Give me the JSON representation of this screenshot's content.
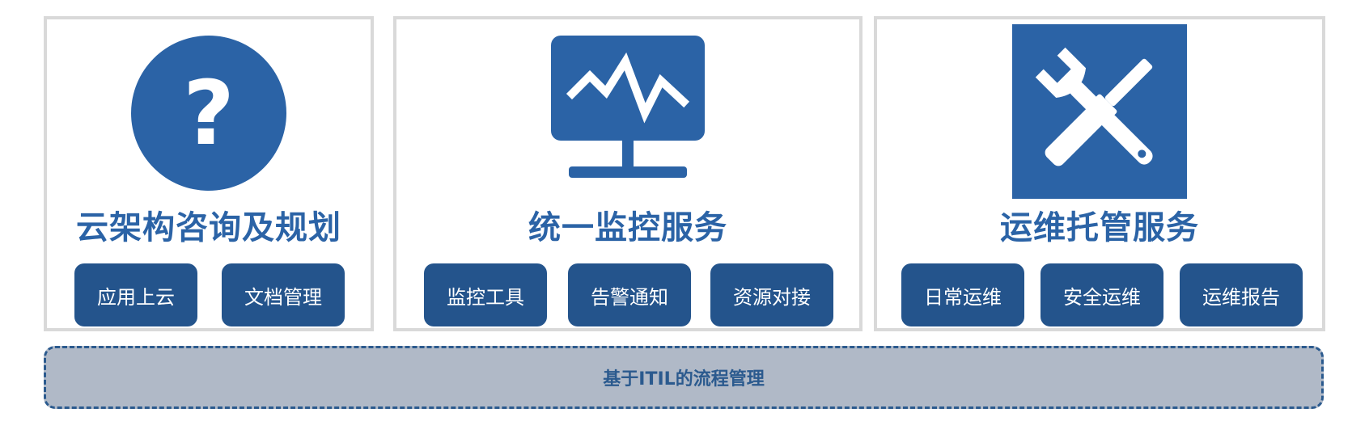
{
  "panels": [
    {
      "title": "云架构咨询及规划",
      "icon": "question-circle-icon",
      "icon_glyph": "?",
      "buttons": [
        "应用上云",
        "文档管理"
      ]
    },
    {
      "title": "统一监控服务",
      "icon": "monitor-pulse-icon",
      "buttons": [
        "监控工具",
        "告警通知",
        "资源对接"
      ]
    },
    {
      "title": "运维托管服务",
      "icon": "tools-icon",
      "buttons": [
        "日常运维",
        "安全运维",
        "运维报告"
      ]
    }
  ],
  "footer": {
    "label": "基于ITIL的流程管理"
  },
  "colors": {
    "accent": "#2b63a6",
    "button": "#24548c",
    "panel_border": "#d9d9d9",
    "footer_bg": "#b0b9c7"
  }
}
